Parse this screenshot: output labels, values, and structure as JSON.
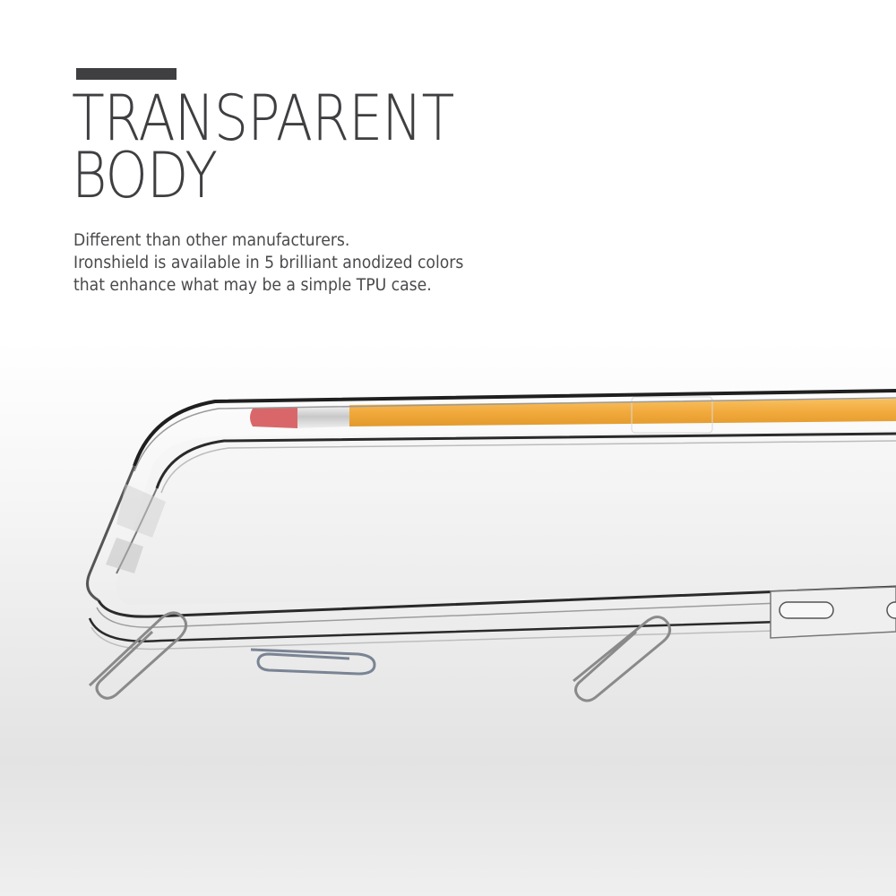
{
  "hero": {
    "headline_line1": "TRANSPARENT",
    "headline_line2": "BODY",
    "body_lines": [
      "Different than other manufacturers.",
      "Ironshield is available in 5 brilliant anodized colors",
      "that enhance what may be a simple TPU case."
    ]
  },
  "colors": {
    "text": "#3f3f42",
    "pencil": "#f2a93b",
    "eraser": "#d9676a",
    "background_top": "#ffffff",
    "background_bottom": "#e3e3e3"
  },
  "image": {
    "subject": "clear-tpu-phone-case",
    "props": [
      "pencil",
      "paperclip",
      "paperclip",
      "paperclip"
    ]
  }
}
